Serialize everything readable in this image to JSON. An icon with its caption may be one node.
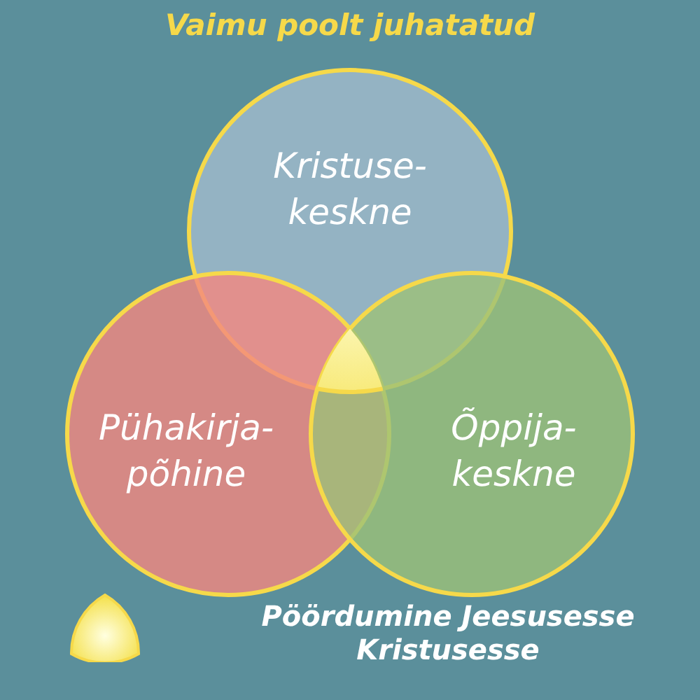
{
  "diagram": {
    "title": "Vaimu poolt juhatatud",
    "nodes": [
      {
        "text": [
          "Kristuse- keskne"
        ]
      },
      {
        "text": [
          "Pühakirja- põhine"
        ]
      },
      {
        "text": [
          "Õppija- keskne"
        ]
      }
    ],
    "legend": [
      {
        "text": "Pöördumine Jeesusesse Kristusesse"
      }
    ]
  }
}
